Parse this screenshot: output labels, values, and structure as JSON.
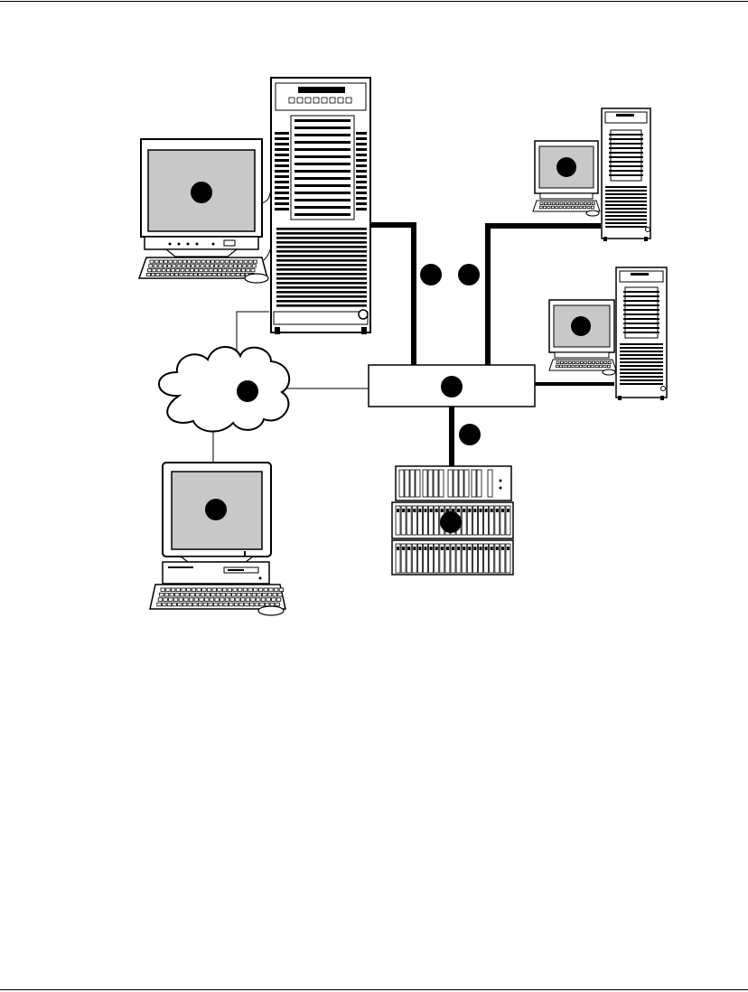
{
  "page": {
    "top_rule": true,
    "bottom_rule": true
  },
  "diagram": {
    "colors": {
      "line": "#000000",
      "screen": "#c8c8c8",
      "callout": "#000000",
      "background": "#ffffff"
    },
    "nodes": [
      {
        "id": "main-server",
        "kind": "tower-server",
        "callout_label": ""
      },
      {
        "id": "admin-workstation",
        "kind": "monitor-keyboard",
        "callout_label": ""
      },
      {
        "id": "server-top-right",
        "kind": "tower-server-with-monitor",
        "callout_label": ""
      },
      {
        "id": "server-mid-right",
        "kind": "tower-server-with-monitor",
        "callout_label": ""
      },
      {
        "id": "network-cloud",
        "kind": "cloud",
        "callout_label": ""
      },
      {
        "id": "switch",
        "kind": "switch-box",
        "callout_label": ""
      },
      {
        "id": "storage-array",
        "kind": "disk-array-rack",
        "callout_label": ""
      },
      {
        "id": "client-pc",
        "kind": "desktop-pc",
        "callout_label": ""
      }
    ],
    "link_callouts": [
      {
        "id": "link-main-server",
        "callout_label": ""
      },
      {
        "id": "link-top-right",
        "callout_label": ""
      },
      {
        "id": "link-storage",
        "callout_label": ""
      }
    ]
  }
}
